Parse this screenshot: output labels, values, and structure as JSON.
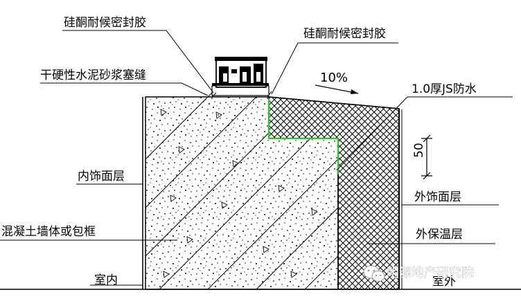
{
  "labels": {
    "sealant_left": "硅酮耐候密封胶",
    "sealant_right": "硅酮耐候密封胶",
    "mortar_joint": "干硬性水泥砂浆塞缝",
    "slope": "10%",
    "waterproof": "1.0厚JS防水",
    "dim_50": "50",
    "inner_finish": "内饰面层",
    "outer_finish": "外饰面层",
    "wall": "混凝土墙体或包框",
    "insulation": "外保温层",
    "indoor": "室内",
    "outdoor": "室外"
  },
  "watermark": {
    "text": "明源地产研究院",
    "icon": "wechat-icon"
  },
  "colors": {
    "waterproof_line": "#22cc22",
    "ink": "#000000"
  }
}
